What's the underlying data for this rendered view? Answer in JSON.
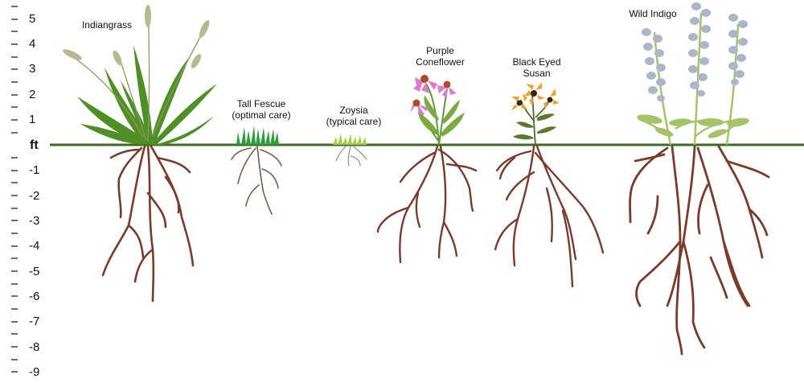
{
  "scale": {
    "unit": "ft",
    "labels": [
      "5",
      "4",
      "3",
      "2",
      "1",
      "-1",
      "-2",
      "-3",
      "-4",
      "-5",
      "-6",
      "-7",
      "-8",
      "-9"
    ]
  },
  "plants": [
    {
      "name": "Indiangrass",
      "note": ""
    },
    {
      "name": "Tall Fescue",
      "note": "(optimal care)"
    },
    {
      "name": "Zoysia",
      "note": "(typical care)"
    },
    {
      "name": "Purple",
      "note": "Coneflower"
    },
    {
      "name": "Black Eyed",
      "note": "Susan"
    },
    {
      "name": "Wild Indigo",
      "note": ""
    }
  ],
  "colors": {
    "ground": "#3d6b21",
    "root": "#7a3b2b",
    "grass": "#4f8f24",
    "fescue": "#2e9b3c",
    "zoysia": "#a7cf45",
    "coneflower_petal": "#d97fc8",
    "susan_petal": "#f0a22a",
    "indigo_flower": "#a9b7c9",
    "indigo_leaf": "#a5c467"
  }
}
